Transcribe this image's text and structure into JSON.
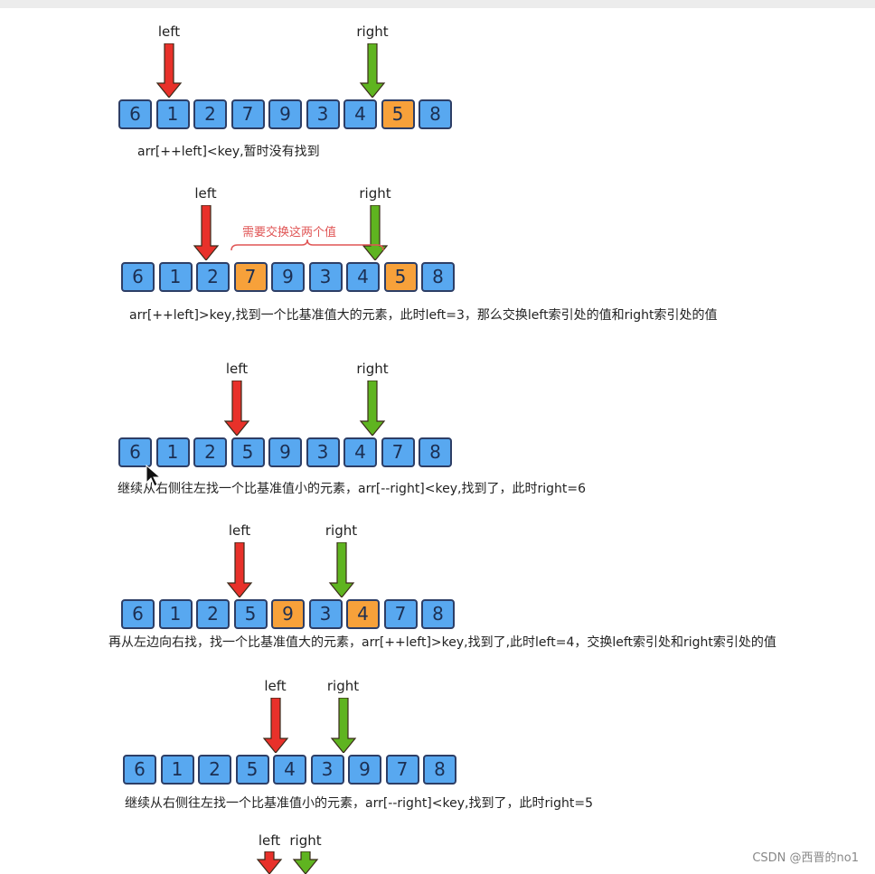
{
  "colors": {
    "red_arrow": "#e8312a",
    "green_arrow": "#5fb420",
    "cell_blue": "#58a8f0",
    "cell_orange": "#f7a13a",
    "note_red": "#e05555"
  },
  "labels": {
    "left": "left",
    "right": "right"
  },
  "steps": [
    {
      "values": [
        "6",
        "1",
        "2",
        "7",
        "9",
        "3",
        "4",
        "5",
        "8"
      ],
      "highlight": [
        7
      ],
      "left_index": 1,
      "right_index": 7,
      "caption": "arr[++left]<key,暂时没有找到"
    },
    {
      "values": [
        "6",
        "1",
        "2",
        "7",
        "9",
        "3",
        "4",
        "5",
        "8"
      ],
      "highlight": [
        3,
        7
      ],
      "left_index": 2,
      "right_index": 7,
      "caption": "arr[++left]>key,找到一个比基准值大的元素，此时left=3，那么交换left索引处的值和right索引处的值",
      "note": "需要交换这两个值"
    },
    {
      "values": [
        "6",
        "1",
        "2",
        "5",
        "9",
        "3",
        "4",
        "7",
        "8"
      ],
      "highlight": [],
      "left_index": 3,
      "right_index": 7,
      "caption": "继续从右侧往左找一个比基准值小的元素，arr[--right]<key,找到了，此时right=6"
    },
    {
      "values": [
        "6",
        "1",
        "2",
        "5",
        "9",
        "3",
        "4",
        "7",
        "8"
      ],
      "highlight": [
        4,
        6
      ],
      "left_index": 3,
      "right_index": 6,
      "caption": "再从左边向右找，找一个比基准值大的元素，arr[++left]>key,找到了,此时left=4，交换left索引处和right索引处的值"
    },
    {
      "values": [
        "6",
        "1",
        "2",
        "5",
        "4",
        "3",
        "9",
        "7",
        "8"
      ],
      "highlight": [],
      "left_index": 4,
      "right_index": 6,
      "caption": "继续从右侧往左找一个比基准值小的元素，arr[--right]<key,找到了，此时right=5"
    },
    {
      "values": [],
      "highlight": [],
      "left_index": 4,
      "right_index": 5,
      "caption": ""
    }
  ],
  "watermark": "CSDN @西晋的no1"
}
